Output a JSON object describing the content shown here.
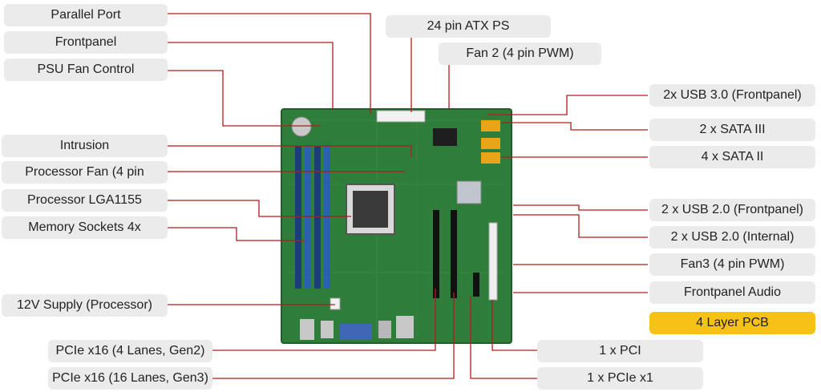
{
  "labels": {
    "parallel_port": "Parallel Port",
    "frontpanel": "Frontpanel",
    "psu_fan_control": "PSU Fan Control",
    "intrusion": "Intrusion",
    "processor_fan": "Processor Fan (4 pin",
    "processor_socket": "Processor LGA1155",
    "memory_sockets": "Memory Sockets 4x",
    "supply_12v": "12V Supply (Processor)",
    "pcie_x16_gen2": "PCIe x16 (4 Lanes, Gen2)",
    "pcie_x16_gen3": "PCIe x16 (16 Lanes, Gen3)",
    "atx_ps": "24 pin ATX PS",
    "fan2": "Fan 2 (4 pin PWM)",
    "usb30_frontpanel": "2x USB 3.0 (Frontpanel)",
    "sata3": "2 x SATA III",
    "sata2": "4 x SATA II",
    "usb20_frontpanel": "2 x USB 2.0 (Frontpanel)",
    "usb20_internal": "2 x USB 2.0 (Internal)",
    "fan3": "Fan3 (4 pin PWM)",
    "frontpanel_audio": "Frontpanel Audio",
    "layer_pcb": "4 Layer PCB",
    "pci": "1 x PCI",
    "pcie_x1": "1 x PCIe x1"
  },
  "colors": {
    "leader_line": "#b31b1b",
    "label_bg": "#ebebeb",
    "highlight_bg": "#f6c216",
    "pcb_green": "#2f7d3a",
    "dimm_blue": "#2b5fb0"
  }
}
